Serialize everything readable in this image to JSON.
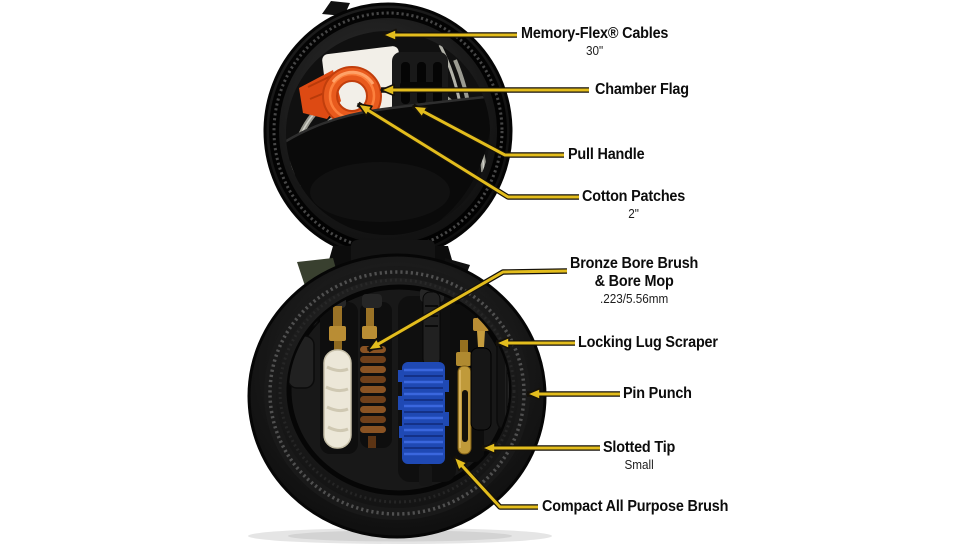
{
  "colors": {
    "background": "#ffffff",
    "callout_yellow": "#e3bd1d",
    "callout_outline": "#15110a",
    "label_text": "#0c0c0c",
    "case_black": "#0d0d0d",
    "chamber_flag_orange": "#e8531c",
    "brush_blue": "#2050c0",
    "brass": "#b98d34",
    "cotton_white": "#ece7d8",
    "cable_silver": "#a8a89f"
  },
  "product_image": {
    "subject": "round soft-sided gun cleaning kit case, opened, with labeled contents"
  },
  "callouts": [
    {
      "id": "memory-flex-cables",
      "label": "Memory-Flex® Cables",
      "sublabel": "30\""
    },
    {
      "id": "chamber-flag",
      "label": "Chamber Flag"
    },
    {
      "id": "pull-handle",
      "label": "Pull Handle"
    },
    {
      "id": "cotton-patches",
      "label": "Cotton Patches",
      "sublabel": "2\""
    },
    {
      "id": "bronze-bore-brush",
      "label": "Bronze Bore Brush",
      "label2": "& Bore Mop",
      "sublabel": ".223/5.56mm"
    },
    {
      "id": "locking-lug-scraper",
      "label": "Locking Lug Scraper"
    },
    {
      "id": "pin-punch",
      "label": "Pin Punch"
    },
    {
      "id": "slotted-tip",
      "label": "Slotted Tip",
      "sublabel": "Small"
    },
    {
      "id": "compact-all-purpose-brush",
      "label": "Compact All Purpose Brush"
    }
  ]
}
